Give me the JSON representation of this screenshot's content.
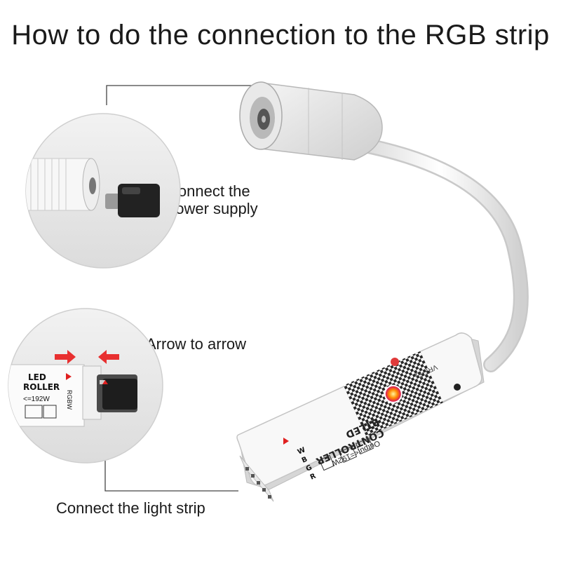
{
  "title": "How to do the connection to the RGB strip",
  "labels": {
    "power": [
      "Connect the",
      "power supply"
    ],
    "arrow": "Arrow to arrow",
    "strip": "Connect the light strip"
  },
  "device": {
    "name_line1": "BTLED",
    "name_line2": "CONTROLLER",
    "spec": "Output<=192W",
    "version": "VRF-51",
    "pins": [
      "W",
      "B",
      "G",
      "R"
    ]
  },
  "inset_bottom": {
    "name_line1": "LED",
    "name_line2": "ROLLER",
    "spec": "<=192W",
    "pins": "RGBW"
  }
}
